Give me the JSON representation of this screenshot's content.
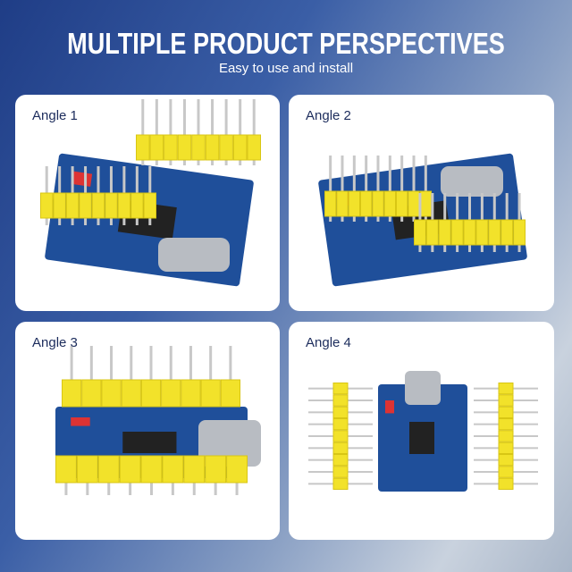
{
  "header": {
    "title": "MULTIPLE PRODUCT PERSPECTIVES",
    "subtitle": "Easy to use and install"
  },
  "cards": [
    {
      "label": "Angle 1"
    },
    {
      "label": "Angle 2"
    },
    {
      "label": "Angle 3"
    },
    {
      "label": "Angle 4"
    }
  ],
  "colors": {
    "pcb": "#1f4f9a",
    "header": "#f2e22a",
    "pin": "#c8c8c8",
    "chip": "#222222",
    "usb": "#b8bcc2"
  }
}
